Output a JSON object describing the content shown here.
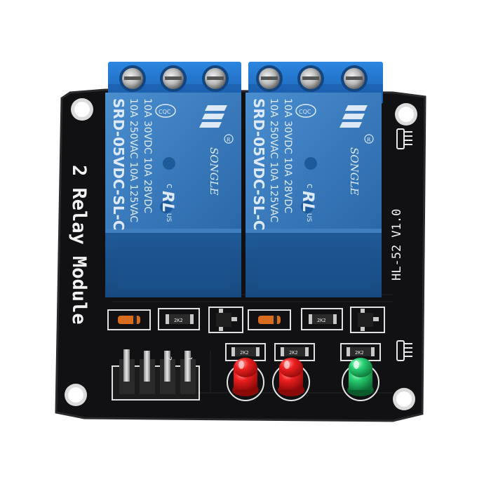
{
  "board": {
    "title": "2 Relay Module",
    "version": "HL-52 V1.0",
    "colors": {
      "pcb": "#0f0f11",
      "relay": "#2f73b6",
      "terminal": "#1f70c8",
      "led_red": "#e01818",
      "led_green": "#1fc46a"
    }
  },
  "relays": [
    {
      "brand": "SONGLE",
      "model": "SRD-05VDC-SL-C",
      "rating_1": "10A 250VAC  10A 125VAC",
      "rating_2": "10A  30VDC  10A  28VDC",
      "cqc": "CQC",
      "ul_c": "c",
      "ul_us": "US"
    },
    {
      "brand": "SONGLE",
      "model": "SRD-05VDC-SL-C",
      "rating_1": "10A 250VAC  10A 125VAC",
      "rating_2": "10A  30VDC  10A  28VDC",
      "cqc": "CQC",
      "ul_c": "c",
      "ul_us": "US"
    }
  ],
  "resistors": [
    "2K2",
    "2K2",
    "2K2",
    "2K2",
    "2K2"
  ],
  "header_labels": [
    "1",
    "2"
  ]
}
